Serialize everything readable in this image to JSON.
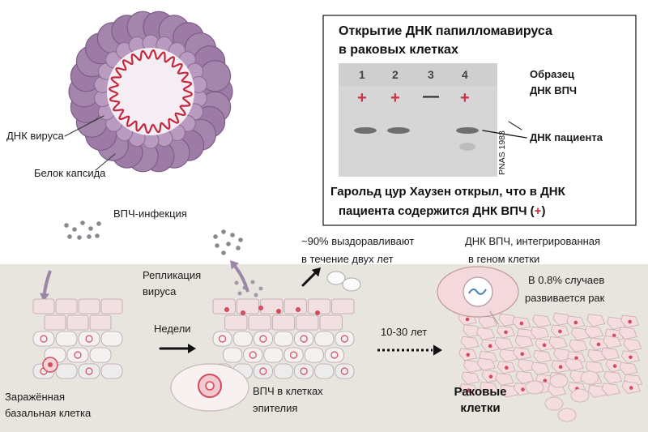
{
  "virus": {
    "dna_label": "ДНК вируса",
    "capsid_label": "Белок капсида"
  },
  "gel_panel": {
    "title_line1": "Открытие ДНК папилломавируса",
    "title_line2": "в раковых клетках",
    "lanes": [
      "1",
      "2",
      "3",
      "4"
    ],
    "lane_signs": [
      "+",
      "+",
      "—",
      "+"
    ],
    "sample_label_line1": "Образец",
    "sample_label_line2": "ДНК ВПЧ",
    "patient_dna_label": "ДНК пациента",
    "citation": "PNAS 1983",
    "caption_line1": "Гарольд цур Хаузен открыл, что в ДНК",
    "caption_line2_start": "пациента содержится ДНК ВПЧ (",
    "caption_plus": "+",
    "caption_line2_end": ")"
  },
  "infection": {
    "hpv_infection_label": "ВПЧ-инфекция",
    "replication_line1": "Репликация",
    "replication_line2": "вируса",
    "weeks_label": "Недели",
    "infected_cell_line1": "Заражённая",
    "infected_cell_line2": "базальная клетка",
    "epithelium_line1": "ВПЧ в клетках",
    "epithelium_line2": "эпителия",
    "recovery_line1": "~90% выздоравливают",
    "recovery_line2": "в течение двух лет",
    "years_label": "10-30 лет",
    "integrated_line1": "ДНК ВПЧ, интегрированная",
    "integrated_line2": "в геном клетки",
    "cancer_rate_line1": "В 0.8% случаев",
    "cancer_rate_line2": "развивается рак",
    "cancer_cells_line1": "Раковые",
    "cancer_cells_line2": "клетки"
  },
  "colors": {
    "band_background": "#e8e4de",
    "cell_pink": "#f3c9cf",
    "nucleus_red": "#d24b5e",
    "capsid_purple": "#9d7ba6",
    "dna_red": "#c4283f",
    "gel_bg": "#d6d6d6"
  }
}
